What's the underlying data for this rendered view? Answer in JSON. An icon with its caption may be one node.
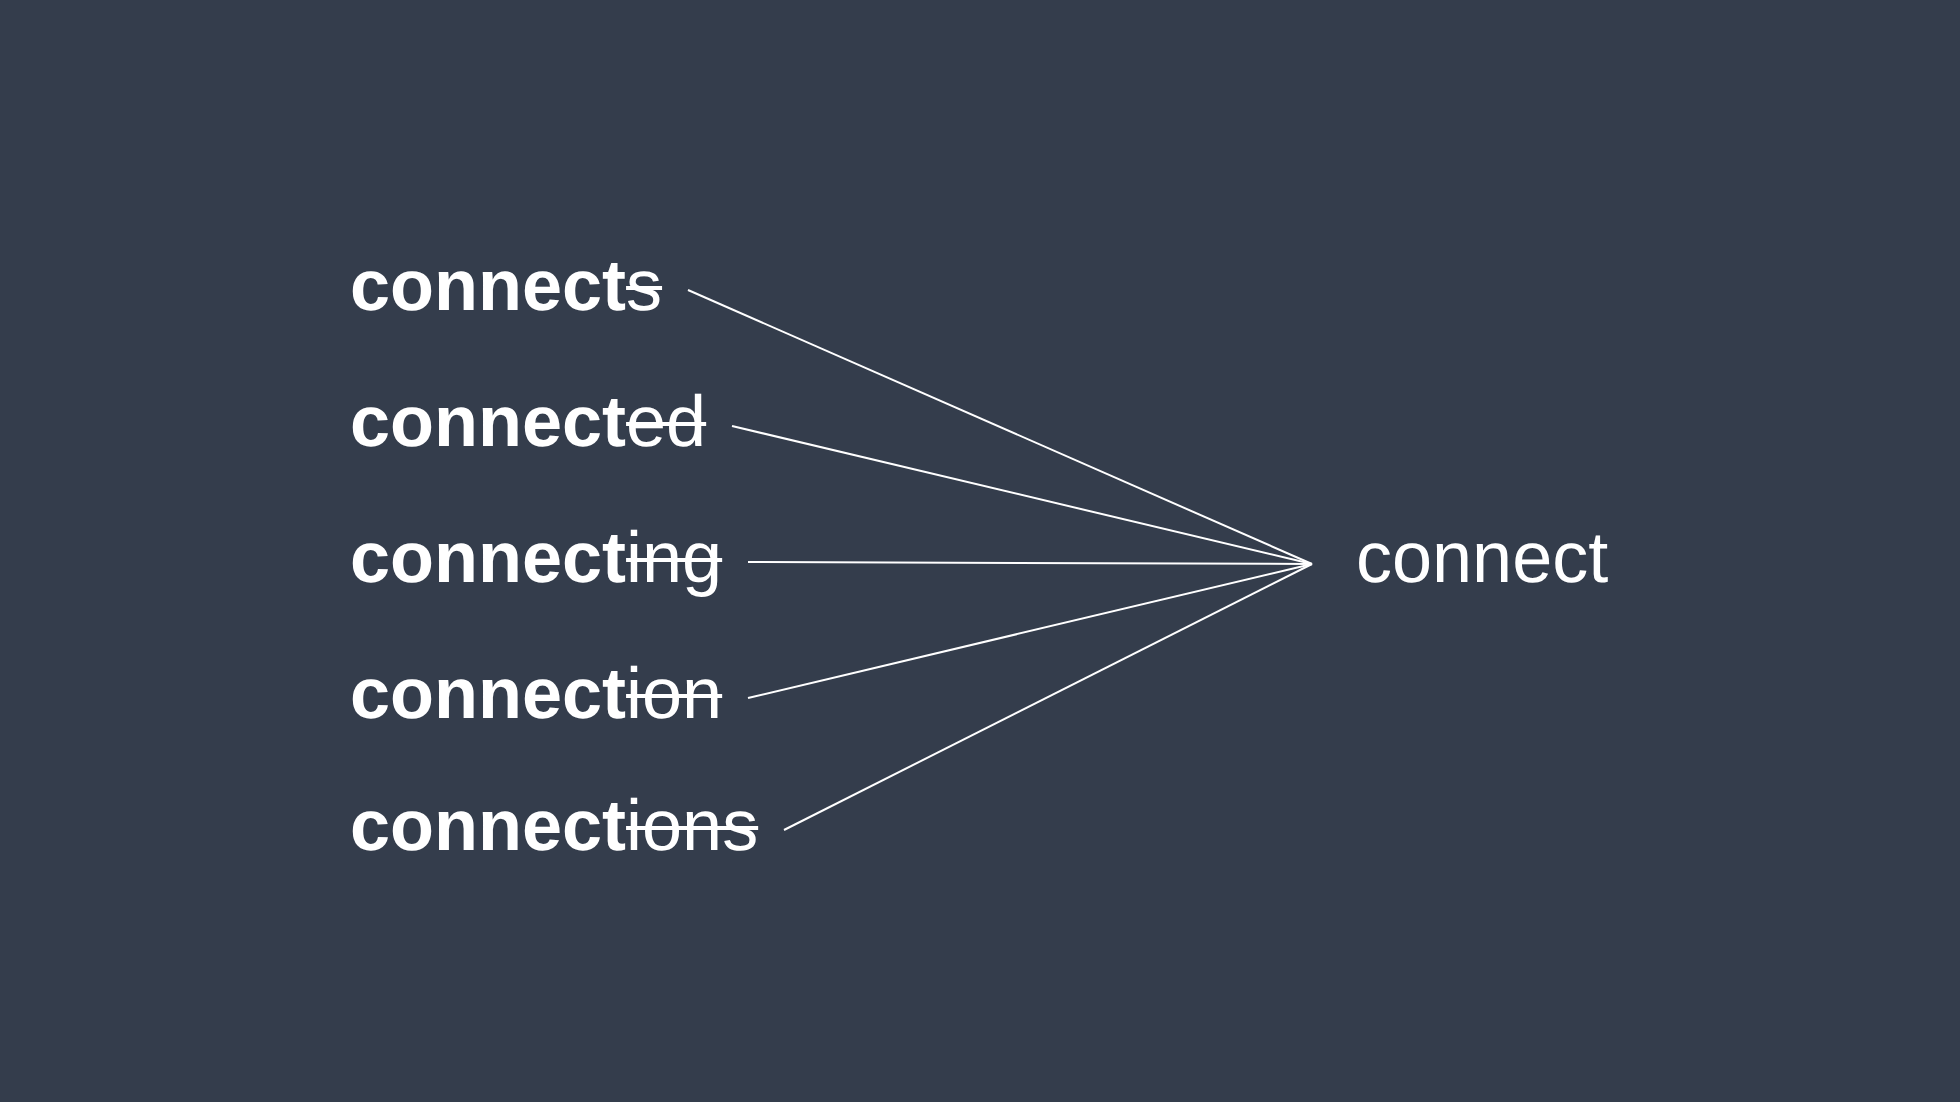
{
  "diagram": {
    "nodes": [
      {
        "text": [
          "connect",
          "s"
        ]
      },
      {
        "text": [
          "connect",
          "ed"
        ]
      },
      {
        "text": [
          "connect",
          "ing"
        ]
      },
      {
        "text": [
          "connect",
          "ion"
        ]
      },
      {
        "text": [
          "connect",
          "ions"
        ]
      },
      {
        "text": [
          "connect"
        ]
      }
    ],
    "edges": [
      {
        "from": 0,
        "to": 5,
        "arrow": "none"
      },
      {
        "from": 1,
        "to": 5,
        "arrow": "none"
      },
      {
        "from": 2,
        "to": 5,
        "arrow": "none"
      },
      {
        "from": 3,
        "to": 5,
        "arrow": "none"
      },
      {
        "from": 4,
        "to": 5,
        "arrow": "none"
      }
    ]
  }
}
